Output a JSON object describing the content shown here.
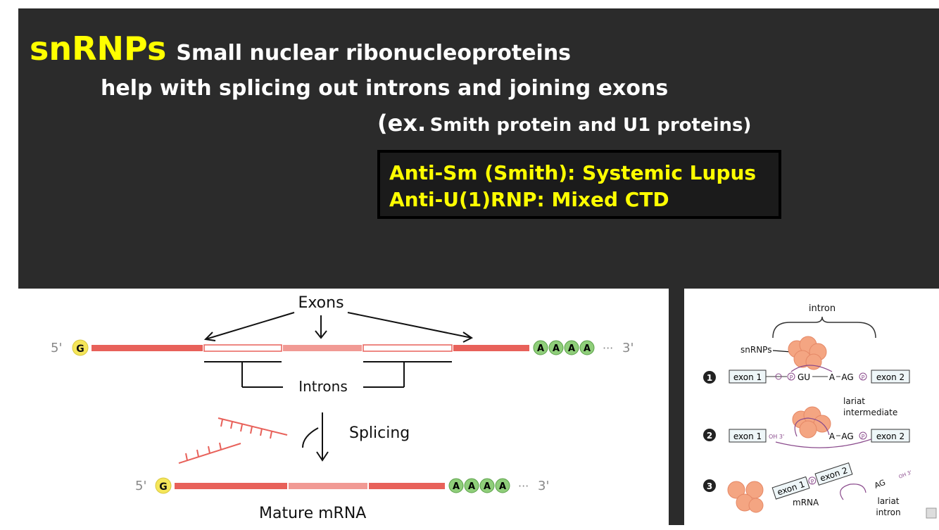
{
  "slide": {
    "title": "snRNPs",
    "subtitle": "Small nuclear ribonucleoproteins",
    "line2": "help with splicing out introns and joining exons",
    "line3_paren": "(ex.",
    "line3_rest": "Smith protein and U1 proteins)",
    "callout": {
      "line1": "Anti-Sm (Smith): Systemic Lupus",
      "line2": "Anti-U(1)RNP: Mixed CTD"
    }
  },
  "left_diagram": {
    "exons_label": "Exons",
    "introns_label": "Introns",
    "splicing_label": "Splicing",
    "mature_label": "Mature mRNA",
    "five_prime": "5'",
    "three_prime": "3'",
    "cap": "G",
    "tail_letter": "A",
    "ellipsis": "···"
  },
  "right_diagram": {
    "intron_label": "intron",
    "snrnps_label": "snRNPs",
    "step1": "1",
    "step2": "2",
    "step3": "3",
    "exon1": "exon 1",
    "exon2": "exon 2",
    "gu": "GU",
    "a": "A",
    "ag": "AG",
    "p": "P",
    "oh3": "OH 3'",
    "lariat_intermediate_1": "lariat",
    "lariat_intermediate_2": "intermediate",
    "mrna_label": "mRNA",
    "lariat_intron_1": "lariat",
    "lariat_intron_2": "intron"
  },
  "colors": {
    "slide_bg": "#2b2b2b",
    "title_yellow": "#ffff00",
    "exon_red": "#e8615a",
    "poly_a_green": "#8fce7a",
    "cap_yellow": "#f5e65a",
    "snrnp_orange": "#f4a582",
    "intron_purple": "#8a4a8c"
  }
}
